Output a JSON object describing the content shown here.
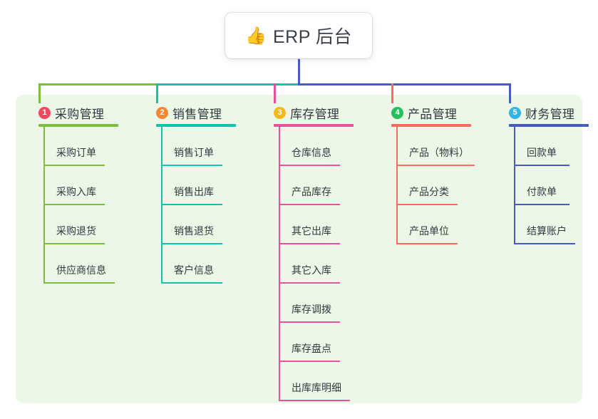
{
  "root": {
    "emoji": "👍",
    "emoji_name": "thumbs-up-emoji",
    "title": "ERP 后台"
  },
  "colors": {
    "panel_background": "#edf7e7",
    "page_background": "#ffffff",
    "text": "#33383f",
    "stem": "#4a5bc0",
    "trunk_left": "#7dbd42",
    "trunk_mid": "#11c4b0",
    "trunk_right": "#4a5bc0"
  },
  "columns": [
    {
      "number": "1",
      "title": "采购管理",
      "badge_color": "#f0485f",
      "line_color": "#7dbd42",
      "underline_color": "#7dbd42",
      "items": [
        {
          "label": "采购订单",
          "rule_width": 86
        },
        {
          "label": "采购入库",
          "rule_width": 86
        },
        {
          "label": "采购退货",
          "rule_width": 86
        },
        {
          "label": "供应商信息",
          "rule_width": 100
        }
      ]
    },
    {
      "number": "2",
      "title": "销售管理",
      "badge_color": "#f58634",
      "line_color": "#11c4b0",
      "underline_color": "#11c4b0",
      "items": [
        {
          "label": "销售订单",
          "rule_width": 86
        },
        {
          "label": "销售出库",
          "rule_width": 86
        },
        {
          "label": "销售退货",
          "rule_width": 86
        },
        {
          "label": "客户信息",
          "rule_width": 86
        }
      ]
    },
    {
      "number": "3",
      "title": "库存管理",
      "badge_color": "#f5b719",
      "line_color": "#e8529b",
      "underline_color": "#e8529b",
      "items": [
        {
          "label": "仓库信息",
          "rule_width": 86
        },
        {
          "label": "产品库存",
          "rule_width": 86
        },
        {
          "label": "其它出库",
          "rule_width": 86
        },
        {
          "label": "其它入库",
          "rule_width": 86
        },
        {
          "label": "库存调拨",
          "rule_width": 86
        },
        {
          "label": "库存盘点",
          "rule_width": 86
        },
        {
          "label": "出库库明细",
          "rule_width": 100
        }
      ]
    },
    {
      "number": "4",
      "title": "产品管理",
      "badge_color": "#26bf5e",
      "line_color": "#fa6b5e",
      "underline_color": "#fa6b5e",
      "items": [
        {
          "label": "产品（物料）",
          "rule_width": 110
        },
        {
          "label": "产品分类",
          "rule_width": 86
        },
        {
          "label": "产品单位",
          "rule_width": 86
        }
      ]
    },
    {
      "number": "5",
      "title": "财务管理",
      "badge_color": "#32b4e8",
      "line_color": "#4a5bc0",
      "underline_color": "#4a5bc0",
      "items": [
        {
          "label": "回款单",
          "rule_width": 78
        },
        {
          "label": "付款单",
          "rule_width": 78
        },
        {
          "label": "结算账户",
          "rule_width": 86
        }
      ]
    }
  ]
}
